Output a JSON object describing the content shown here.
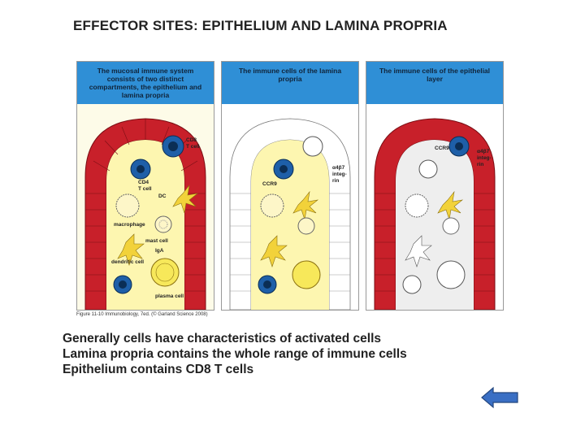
{
  "title": "EFFECTOR SITES: EPITHELIUM AND LAMINA PROPRIA",
  "panels": [
    {
      "heading": "The mucosal immune system consists of two distinct compartments, the epithelium and lamina propria"
    },
    {
      "heading": "The immune cells of the lamina propria"
    },
    {
      "heading": "The immune cells of the epithelial layer"
    }
  ],
  "labels": {
    "cd8": "CD8",
    "tcell": "T cell",
    "cd4": "CD4",
    "dc": "DC",
    "macrophage": "macrophage",
    "mast": "mast cell",
    "iga": "IgA",
    "dendritic": "dendritic cell",
    "plasma": "plasma cell",
    "ccr9": "CCR9",
    "integrin_a": "α4β7",
    "integrin_b": "integ-",
    "integrin_c": "rin",
    "integrin_d": "α4β7",
    "integrin_e": "integ-",
    "integrin_f": "rin"
  },
  "caption": "Figure 11-10 Immunobiology, 7ed. (© Garland Science 2008)",
  "bullets": [
    "Generally cells have characteristics of activated cells",
    "Lamina propria contains the whole range of immune cells",
    "Epithelium contains CD8 T cells"
  ],
  "colors": {
    "header": "#2f8fd6",
    "epithelium": "#c8202a",
    "lamina": "#fdf6b0",
    "button": "#3a6fc4"
  },
  "icons": {
    "back": "left-arrow-icon"
  }
}
